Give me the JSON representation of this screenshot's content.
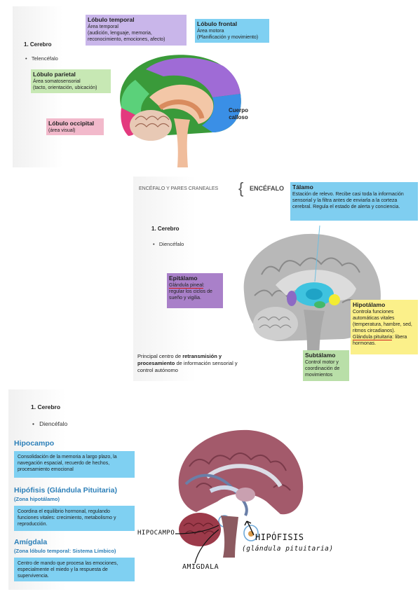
{
  "slide1": {
    "heading": "1. Cerebro",
    "bullet": "Telencéfalo",
    "temporal": {
      "title": "Lóbulo temporal",
      "line1": "Área temporal",
      "line2": "(audición, lenguaje, memoria,",
      "line3": "reconocimiento, emociones, afecto)"
    },
    "frontal": {
      "title": "Lóbulo frontal",
      "line1": "Área motora",
      "line2": "(Planificación y movimiento)"
    },
    "parietal": {
      "title": "Lóbulo parietal",
      "line1": "Área somatosensorial",
      "line2": "(tacto, orientación, ubicación)"
    },
    "occipital": {
      "title": "Lóbulo occipital",
      "line1": "(área visual)"
    },
    "callosum": {
      "line1": "Cuerpo",
      "line2": "calloso"
    }
  },
  "slide2": {
    "header_left": "ENCÉFALO Y PARES CRANEALES",
    "header_brace": "{",
    "header_right": "ENCÉFALO",
    "heading": "1. Cerebro",
    "bullet": "Diencéfalo",
    "talamo": {
      "title": "Tálamo",
      "text": "Estación de relevo. Recibe casi toda la información sensorial y la filtra antes de enviarla a la corteza cerebral. Regula el estado de alerta y conciencia."
    },
    "epitalamo": {
      "title": "Epitálamo",
      "underlined": "Glándula pineal",
      "text": ": regular los ciclos de sueño y vigilia."
    },
    "hipotalamo": {
      "title": "Hipotálamo",
      "text": "Controla funciones automáticas vitales (temperatura, hambre, sed, ritmos circadianos).",
      "underlined": "Glándula pituitaria",
      "text2": ": libera hormonas."
    },
    "subtalamo": {
      "title": "Subtálamo",
      "text": "Control motor y coordinación de movimientos"
    },
    "footer": {
      "a": "Principal centro de ",
      "b": "retransmisión y procesamiento",
      "c": " de información sensorial y control autónomo"
    }
  },
  "slide3": {
    "heading": "1. Cerebro",
    "bullet": "Diencéfalo",
    "hipocampo": {
      "title": "Hipocampo",
      "text": "Consolidación de la memoria a largo plazo, la navegación espacial, recuerdo de hechos, procesamiento emocional"
    },
    "hipofisis": {
      "title": "Hipófisis (Glándula Pituitaria)",
      "sub": "(Zona hipotálamo)",
      "text": "Coordina el equilibrio hormonal, regulando funciones vitales: crecimiento, metabolismo y reproducción."
    },
    "amigdala": {
      "title": "Amígdala",
      "sub": "(Zona lóbulo temporal: Sistema Límbico)",
      "text": "Centro de mando que procesa las emociones, especialmente el miedo y la respuesta de supervivencia."
    },
    "hand_hipocampo": "HIPOCAMPO",
    "hand_hipofisis": "HIPÓFISIS",
    "hand_pituitaria": "(glándula pituitaria)",
    "hand_amigdala": "AMIGDALA"
  }
}
